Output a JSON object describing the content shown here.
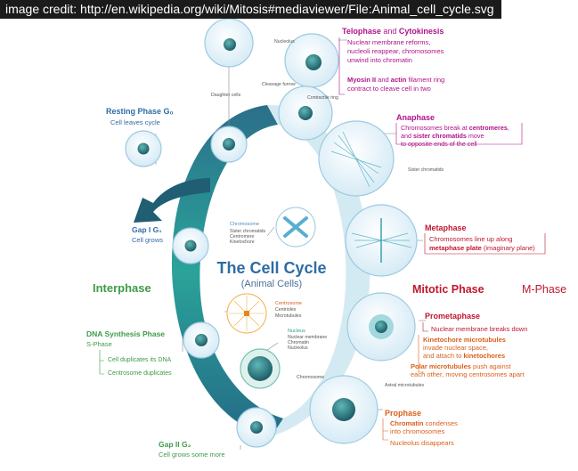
{
  "credit": "image credit: http://en.wikipedia.org/wiki/Mitosis#mediaviewer/File:Animal_cell_cycle.svg",
  "center": {
    "title": "The Cell Cycle",
    "subtitle": "(Animal Cells)"
  },
  "interphase_label": "Interphase",
  "mitotic": {
    "title": "Mitotic Phase",
    "suffix": "M-Phase"
  },
  "resting": {
    "title": "Resting Phase G₀",
    "desc": "Cell leaves cycle"
  },
  "gap1": {
    "title": "Gap I G₁",
    "desc": "Cell grows"
  },
  "dna": {
    "title": "DNA Synthesis Phase",
    "sub": "S-Phase",
    "line1": "Cell duplicates its DNA",
    "line2": "Centrosome duplicates"
  },
  "gap2": {
    "title": "Gap II G₂",
    "desc": "Cell grows some more"
  },
  "telophase": {
    "title_a": "Telophase",
    "title_and": " and ",
    "title_b": "Cytokinesis",
    "l1": "Nuclear membrane reforms,",
    "l2": "nucleoli reappear, chromosomes",
    "l3": "unwind into chromatin",
    "l4a": "Myosin II",
    "l4b": " and ",
    "l4c": "actin",
    "l4d": " filament ring",
    "l5": "contract to cleave cell in two"
  },
  "anaphase": {
    "title": "Anaphase",
    "l1a": "Chromosomes break at ",
    "l1b": "centromeres",
    "l1c": ",",
    "l2a": "and ",
    "l2b": "sister chromatids",
    "l2c": " move",
    "l3": "to opposite ends of the cell"
  },
  "metaphase": {
    "title": "Metaphase",
    "l1": "Chromosomes line up along",
    "l2a": "metaphase plate",
    "l2b": " (imaginary plane)"
  },
  "prometaphase": {
    "title": "Prometaphase",
    "l1": "Nuclear membrane breaks down",
    "l2": "Kinetochore microtubules",
    "l3": "invade nuclear space,",
    "l4a": "and attach to ",
    "l4b": "kinetochores",
    "l5a": "Polar microtubules",
    "l5b": " push against",
    "l6": "each other, moving centrosomes apart"
  },
  "prophase": {
    "title": "Prophase",
    "l1a": "Chromatin",
    "l1b": " condenses",
    "l2": "into chromosomes",
    "l3": "Nucleolus disappears"
  },
  "small_labels": {
    "nucleolus": "Nucleolus",
    "daughter_cells": "Daughter cells",
    "cleavage_furrow": "Cleavage furrow",
    "contractile_ring": "Contractile ring",
    "sister_chromatids": "Sister chromatids",
    "chromosome": "Chromosome",
    "chromosome_sub1": "Sister chromatids",
    "chromosome_sub2": "Centromere",
    "chromosome_sub3": "Kinetochore",
    "centrosome": "Centrosome",
    "centrosome_sub1": "Centrioles",
    "centrosome_sub2": "Microtubules",
    "nucleus": "Nucleus",
    "nucleus_sub1": "Nuclear membrane",
    "nucleus_sub2": "Chromatin",
    "nucleus_sub3": "Nucleolus",
    "astral_microtubules": "Astral microtubules",
    "chromosome2": "Chromosome"
  },
  "colors": {
    "cycle_ring": "#2d8f9f",
    "cell_fill": "#e6f3fa",
    "cell_stroke": "#9dc9e0",
    "nucleus": "#2a6f7a",
    "title_blue": "#2e6da4",
    "interphase_green": "#3e9b49",
    "mitotic_red": "#c0172f"
  }
}
